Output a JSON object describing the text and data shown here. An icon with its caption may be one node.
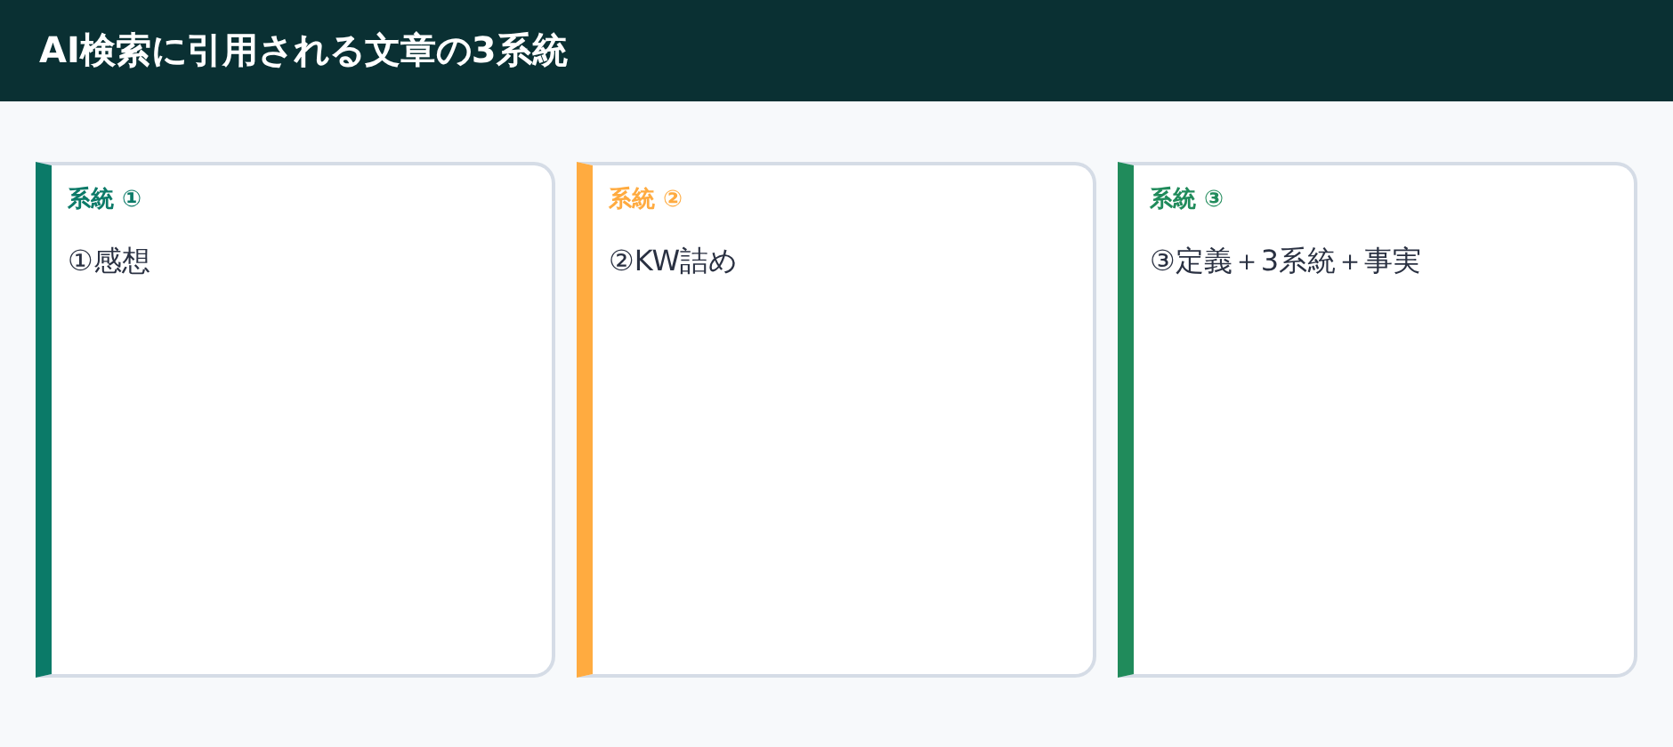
{
  "diagram": {
    "title": "AI検索に引用される文章の3系統",
    "nodes": [
      {
        "text": [
          "系統 ①",
          "①感想"
        ]
      },
      {
        "text": [
          "系統 ②",
          "②KW詰め"
        ]
      },
      {
        "text": [
          "系統 ③",
          "③定義＋3系統＋事実"
        ]
      }
    ]
  }
}
